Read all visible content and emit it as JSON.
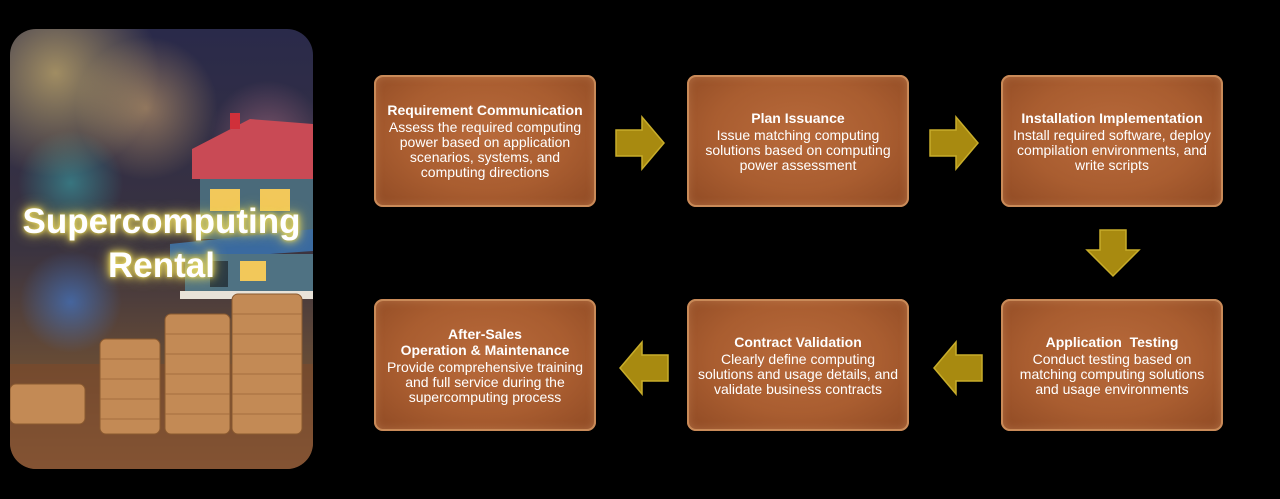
{
  "hero": {
    "title_line1": "Supercomputing",
    "title_line2": "Rental"
  },
  "steps": [
    {
      "title": "Requirement Communication",
      "description": "Assess the required computing power based on application scenarios, systems, and computing directions"
    },
    {
      "title": "Plan Issuance",
      "description": "Issue matching computing solutions based on computing power assessment"
    },
    {
      "title": "Installation Implementation",
      "description": "Install required software, deploy compilation environments, and write scripts"
    },
    {
      "title": "Application  Testing",
      "description": "Conduct testing based on matching computing solutions and usage environments"
    },
    {
      "title": "Contract Validation",
      "description": "Clearly define computing solutions and usage details, and validate business contracts"
    },
    {
      "title": "After-Sales\nOperation & Maintenance",
      "description": "Provide comprehensive training and full service during the supercomputing process"
    }
  ],
  "colors": {
    "box": "#a95d30",
    "arrow": "#a88a10",
    "glow": "#f3e36a"
  }
}
